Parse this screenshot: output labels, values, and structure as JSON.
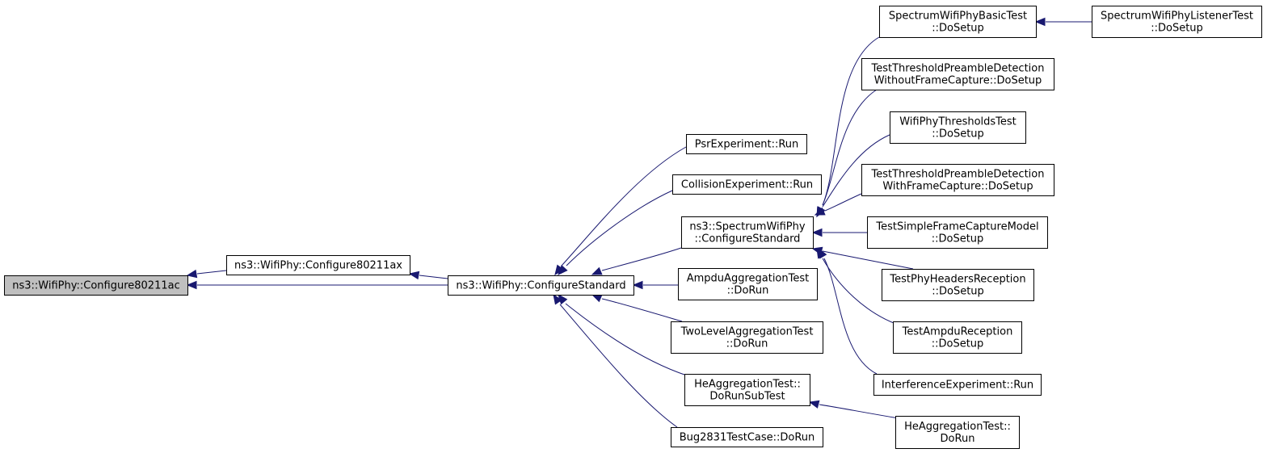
{
  "diagram": {
    "type": "doxygen-caller-graph",
    "colors": {
      "edge": "#191970",
      "node_border": "#000000",
      "node_fill": "#ffffff",
      "root_fill": "#bfbfbf"
    },
    "nodes": [
      {
        "id": "configure80211ac",
        "lines": [
          "ns3::WifiPhy::Configure80211ac"
        ],
        "highlight": true
      },
      {
        "id": "configure80211ax",
        "lines": [
          "ns3::WifiPhy::Configure80211ax"
        ]
      },
      {
        "id": "configureStandard",
        "lines": [
          "ns3::WifiPhy::ConfigureStandard"
        ]
      },
      {
        "id": "psrRun",
        "lines": [
          "PsrExperiment::Run"
        ]
      },
      {
        "id": "collisionRun",
        "lines": [
          "CollisionExperiment::Run"
        ]
      },
      {
        "id": "spectrumConfigure",
        "lines": [
          "ns3::SpectrumWifiPhy",
          "::ConfigureStandard"
        ]
      },
      {
        "id": "ampduAggregation",
        "lines": [
          "AmpduAggregationTest",
          "::DoRun"
        ]
      },
      {
        "id": "twoLevelAggregation",
        "lines": [
          "TwoLevelAggregationTest",
          "::DoRun"
        ]
      },
      {
        "id": "heAggregationSub",
        "lines": [
          "HeAggregationTest::",
          "DoRunSubTest"
        ]
      },
      {
        "id": "bug2831",
        "lines": [
          "Bug2831TestCase::DoRun"
        ]
      },
      {
        "id": "spectrumBasic",
        "lines": [
          "SpectrumWifiPhyBasicTest",
          "::DoSetup"
        ]
      },
      {
        "id": "spectrumListener",
        "lines": [
          "SpectrumWifiPhyListenerTest",
          "::DoSetup"
        ]
      },
      {
        "id": "thresholdWithout",
        "lines": [
          "TestThresholdPreambleDetection",
          "WithoutFrameCapture::DoSetup"
        ]
      },
      {
        "id": "phyThresholds",
        "lines": [
          "WifiPhyThresholdsTest",
          "::DoSetup"
        ]
      },
      {
        "id": "thresholdWith",
        "lines": [
          "TestThresholdPreambleDetection",
          "WithFrameCapture::DoSetup"
        ]
      },
      {
        "id": "simpleFrameCapture",
        "lines": [
          "TestSimpleFrameCaptureModel",
          "::DoSetup"
        ]
      },
      {
        "id": "phyHeaders",
        "lines": [
          "TestPhyHeadersReception",
          "::DoSetup"
        ]
      },
      {
        "id": "ampduReception",
        "lines": [
          "TestAmpduReception",
          "::DoSetup"
        ]
      },
      {
        "id": "interferenceRun",
        "lines": [
          "InterferenceExperiment::Run"
        ]
      },
      {
        "id": "heAggregationRun",
        "lines": [
          "HeAggregationTest::",
          "DoRun"
        ]
      }
    ],
    "edges": [
      {
        "from": "configure80211ax",
        "to": "configure80211ac"
      },
      {
        "from": "configureStandard",
        "to": "configure80211ac"
      },
      {
        "from": "configureStandard",
        "to": "configure80211ax"
      },
      {
        "from": "psrRun",
        "to": "configureStandard"
      },
      {
        "from": "collisionRun",
        "to": "configureStandard"
      },
      {
        "from": "spectrumConfigure",
        "to": "configureStandard"
      },
      {
        "from": "ampduAggregation",
        "to": "configureStandard"
      },
      {
        "from": "twoLevelAggregation",
        "to": "configureStandard"
      },
      {
        "from": "heAggregationSub",
        "to": "configureStandard"
      },
      {
        "from": "bug2831",
        "to": "configureStandard"
      },
      {
        "from": "spectrumBasic",
        "to": "spectrumConfigure"
      },
      {
        "from": "thresholdWithout",
        "to": "spectrumConfigure"
      },
      {
        "from": "phyThresholds",
        "to": "spectrumConfigure"
      },
      {
        "from": "thresholdWith",
        "to": "spectrumConfigure"
      },
      {
        "from": "simpleFrameCapture",
        "to": "spectrumConfigure"
      },
      {
        "from": "phyHeaders",
        "to": "spectrumConfigure"
      },
      {
        "from": "ampduReception",
        "to": "spectrumConfigure"
      },
      {
        "from": "interferenceRun",
        "to": "spectrumConfigure"
      },
      {
        "from": "spectrumListener",
        "to": "spectrumBasic"
      },
      {
        "from": "heAggregationRun",
        "to": "heAggregationSub"
      }
    ]
  }
}
